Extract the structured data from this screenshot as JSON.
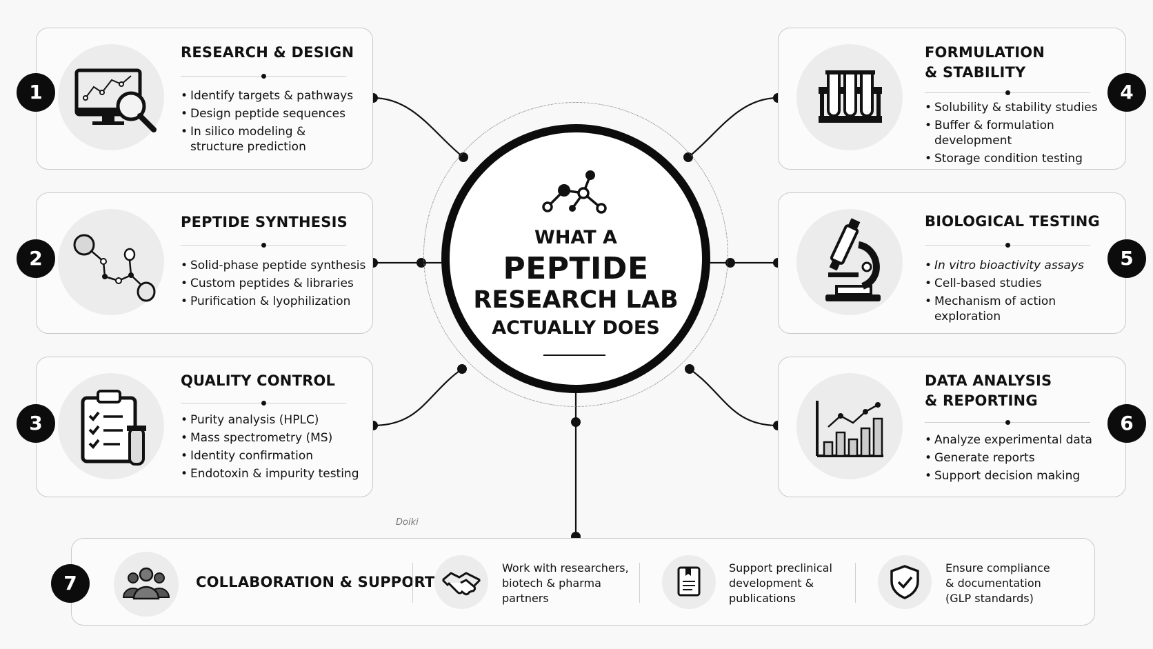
{
  "center": {
    "line1": "WHAT A",
    "line2": "PEPTIDE",
    "line3": "RESEARCH LAB",
    "line4": "ACTUALLY DOES"
  },
  "cards": [
    {
      "number": "1",
      "title_lines": [
        "RESEARCH & DESIGN"
      ],
      "icon": "computer-magnifier-icon",
      "bullets": [
        "Identify targets & pathways",
        "Design peptide sequences",
        "In silico modeling & structure prediction"
      ]
    },
    {
      "number": "2",
      "title_lines": [
        "PEPTIDE SYNTHESIS"
      ],
      "icon": "peptide-chain-icon",
      "bullets": [
        "Solid-phase peptide synthesis",
        "Custom peptides & libraries",
        "Purification & lyophilization"
      ]
    },
    {
      "number": "3",
      "title_lines": [
        "QUALITY CONTROL"
      ],
      "icon": "clipboard-checklist-icon",
      "bullets": [
        "Purity analysis (HPLC)",
        "Mass spectrometry (MS)",
        "Identity confirmation",
        "Endotoxin & impurity testing"
      ]
    },
    {
      "number": "4",
      "title_lines": [
        "FORMULATION",
        "& STABILITY"
      ],
      "icon": "test-tubes-icon",
      "bullets": [
        "Solubility & stability studies",
        "Buffer & formulation development",
        "Storage condition testing"
      ]
    },
    {
      "number": "5",
      "title_lines": [
        "BIOLOGICAL TESTING"
      ],
      "icon": "microscope-icon",
      "bullets": [
        "In vitro bioactivity assays",
        "Cell-based studies",
        "Mechanism of action exploration"
      ]
    },
    {
      "number": "6",
      "title_lines": [
        "DATA ANALYSIS",
        "& REPORTING"
      ],
      "icon": "bar-chart-icon",
      "bullets": [
        "Analyze experimental data",
        "Generate reports",
        "Support decision making"
      ]
    }
  ],
  "bottom": {
    "number": "7",
    "title": "COLLABORATION & SUPPORT",
    "icon": "people-group-icon",
    "items": [
      {
        "icon": "handshake-icon",
        "lines": [
          "Work with researchers,",
          "biotech & pharma",
          "partners"
        ]
      },
      {
        "icon": "document-icon",
        "lines": [
          "Support preclinical",
          "development &",
          "publications"
        ]
      },
      {
        "icon": "shield-check-icon",
        "lines": [
          "Ensure compliance",
          "& documentation",
          "(GLP standards)"
        ]
      }
    ]
  },
  "watermark": "Doiki"
}
